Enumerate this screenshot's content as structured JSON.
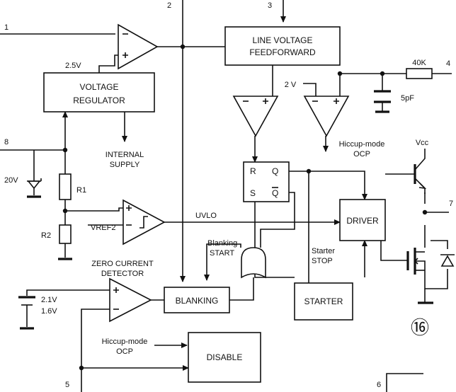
{
  "pins": [
    "1",
    "2",
    "3",
    "4",
    "5",
    "6",
    "7",
    "8"
  ],
  "blocks": {
    "voltage_regulator": [
      "VOLTAGE",
      "REGULATOR"
    ],
    "line_voltage_feedforward": [
      "LINE VOLTAGE",
      "FEEDFORWARD"
    ],
    "driver": "DRIVER",
    "blanking": "BLANKING",
    "starter": "STARTER",
    "disable": "DISABLE",
    "latch_pins": [
      "R",
      "Q",
      "S",
      "Q"
    ]
  },
  "labels": {
    "v_2_5": "2.5V",
    "v_2": "2 V",
    "internal_supply": [
      "INTERNAL",
      "SUPPLY"
    ],
    "r40k": "40K",
    "c5pf": "5pF",
    "hiccup_top": [
      "Hiccup-mode",
      "OCP"
    ],
    "hiccup_bottom": [
      "Hiccup-mode",
      "OCP"
    ],
    "vcc": "Vcc",
    "zener": "20V",
    "r1": "R1",
    "r2": "R2",
    "vref2": "VREF2",
    "uvlo": "UVLO",
    "blanking_start": [
      "Blanking",
      "START"
    ],
    "starter_stop": [
      "Starter",
      "STOP"
    ],
    "zcd": [
      "ZERO CURRENT",
      "DETECTOR"
    ],
    "v_2_1": "2.1V",
    "v_1_6": "1.6V",
    "fig_number": "⑯"
  }
}
